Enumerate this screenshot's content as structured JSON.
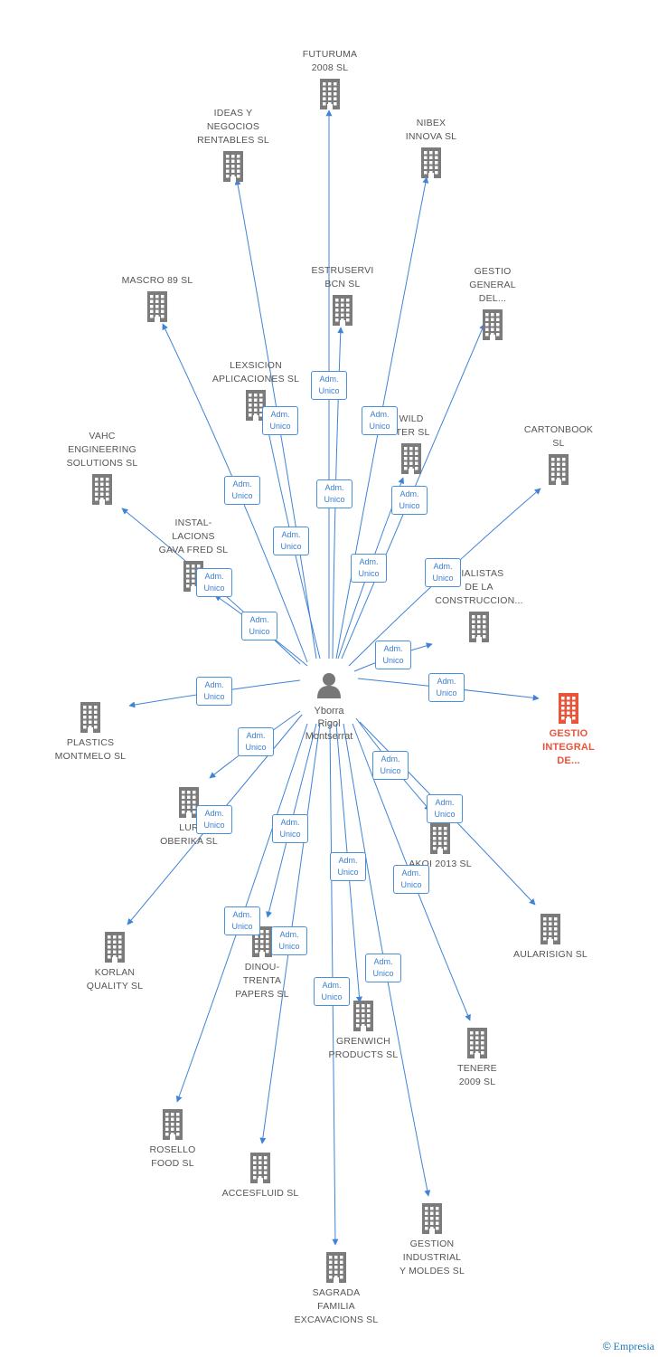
{
  "center": {
    "name": "Yborra\nRigol\nMontserrat"
  },
  "edge_label": "Adm.\nUnico",
  "colors": {
    "edge": "#3f83d6",
    "building": "#7b7b7b",
    "highlight": "#e8553a"
  },
  "companies": [
    {
      "name": "FUTURUMA\n2008 SL",
      "highlight": false
    },
    {
      "name": "IDEAS Y\nNEGOCIOS\nRENTABLES SL",
      "highlight": false
    },
    {
      "name": "NIBEX\nINNOVA SL",
      "highlight": false
    },
    {
      "name": "ESTRUSERVI\nBCN SL",
      "highlight": false
    },
    {
      "name": "GESTIO\nGENERAL\nDEL...",
      "highlight": false
    },
    {
      "name": "MASCRO 89 SL",
      "highlight": false
    },
    {
      "name": "LEXSICION\nAPLICACIONES SL",
      "highlight": false
    },
    {
      "name": "WILD\nITER SL",
      "highlight": false
    },
    {
      "name": "CARTONBOOK\nSL",
      "highlight": false
    },
    {
      "name": "VAHC\nENGINEERING\nSOLUTIONS SL",
      "highlight": false
    },
    {
      "name": "INSTAL-\nLACIONS\nGAVA FRED SL",
      "highlight": false
    },
    {
      "name": "CIALISTAS\nDE LA\nCONSTRUCCION...",
      "highlight": false
    },
    {
      "name": "PLASTICS\nMONTMELO SL",
      "highlight": false
    },
    {
      "name": "GESTIO\nINTEGRAL\nDE...",
      "highlight": true
    },
    {
      "name": "LUR\nOBERIKA SL",
      "highlight": false
    },
    {
      "name": "AKOI 2013 SL",
      "highlight": false
    },
    {
      "name": "AULARISIGN SL",
      "highlight": false
    },
    {
      "name": "KORLAN\nQUALITY SL",
      "highlight": false
    },
    {
      "name": "DINOU-\nTRENTA\nPAPERS SL",
      "highlight": false
    },
    {
      "name": "GRENWICH\nPRODUCTS SL",
      "highlight": false
    },
    {
      "name": "TENERE\n2009 SL",
      "highlight": false
    },
    {
      "name": "ROSELLO\nFOOD SL",
      "highlight": false
    },
    {
      "name": "ACCESFLUID SL",
      "highlight": false
    },
    {
      "name": "GESTION\nINDUSTRIAL\nY MOLDES SL",
      "highlight": false
    },
    {
      "name": "SAGRADA\nFAMILIA\nEXCAVACIONS SL",
      "highlight": false
    }
  ],
  "footer": {
    "copyright": "©",
    "brand": "Empresia"
  }
}
